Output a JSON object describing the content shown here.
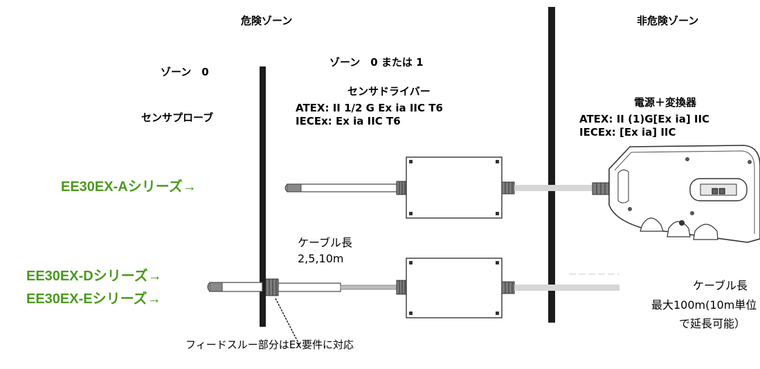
{
  "zones": {
    "hazardous": "危険ゾーン",
    "non_hazardous": "非危険ゾーン",
    "zone0": "ゾーン　0",
    "zone0_or_1": "ゾーン　0 または 1"
  },
  "components": {
    "probe": "センサプローブ",
    "driver": {
      "title": "センサドライバー",
      "atex": "ATEX: II 1/2 G Ex ia IIC T6",
      "iecex": "IECEx: Ex ia IIC T6"
    },
    "power": {
      "title": "電源＋変換器",
      "atex": "ATEX: II (1)G[Ex ia] IIC",
      "iecex": "IECEx: [Ex ia] IIC"
    }
  },
  "series": {
    "a": "EE30EX-Aシリーズ→",
    "d": "EE30EX-Dシリーズ→",
    "e": "EE30EX-Eシリーズ→"
  },
  "cable_left": {
    "title": "ケーブル長",
    "value": "2,5,10m"
  },
  "cable_right": {
    "title": "ケーブル長",
    "line1": "最大100m(10m単位",
    "line2": "で延長可能）"
  },
  "feedthrough_note": "フィードスルー部分はEx要件に対応",
  "colors": {
    "series_text": "#4a9a1c",
    "barrier": "#1c1c1c",
    "cable": "#d6d6d6"
  }
}
